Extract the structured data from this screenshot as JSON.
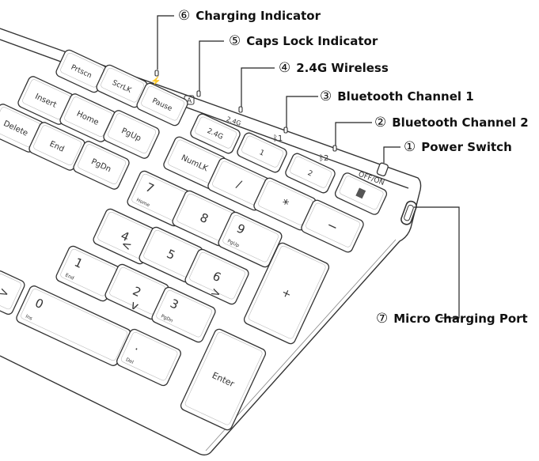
{
  "callouts": [
    {
      "num": "⑥",
      "label": "Charging Indicator"
    },
    {
      "num": "⑤",
      "label": "Caps Lock Indicator"
    },
    {
      "num": "④",
      "label": "2.4G Wireless"
    },
    {
      "num": "③",
      "label": "Bluetooth Channel 1"
    },
    {
      "num": "②",
      "label": "Bluetooth Channel 2"
    },
    {
      "num": "①",
      "label": "Power Switch"
    },
    {
      "num": "⑦",
      "label": "Micro Charging Port"
    }
  ],
  "body_labels": {
    "indicator_24g": "2.4G",
    "indicator_bt1": "1",
    "indicator_bt2": "2",
    "caps_glyph": "A",
    "power_switch": "OFF/ON"
  },
  "keys": {
    "prtscn": "Prtscn",
    "scrlk": "ScrLK",
    "pause": "Pause",
    "insert": "Insert",
    "home": "Home",
    "pgup": "PgUp",
    "delete": "Delete",
    "end": "End",
    "pgdn": "PgDn",
    "k24g": "2.4G",
    "bt1": "1",
    "bt2": "2",
    "numlk": "NumLK",
    "slash": "/",
    "star": "*",
    "minus": "−",
    "plus": "+",
    "n7": "7",
    "n7sub": "Home",
    "n8": "8",
    "n9": "9",
    "n9sub": "PgUp",
    "n4": "4",
    "n5": "5",
    "n6": "6",
    "n1": "1",
    "n1sub": "End",
    "n2": "2",
    "n3": "3",
    "n3sub": "PgDn",
    "n0": "0",
    "n0sub": "Ins",
    "dot": ".",
    "dotsub": "Del",
    "enter": "Enter",
    "left_arrow": "<",
    "down_arrow": "v",
    "right_arrow": ">",
    "edge_arrow": ">"
  }
}
